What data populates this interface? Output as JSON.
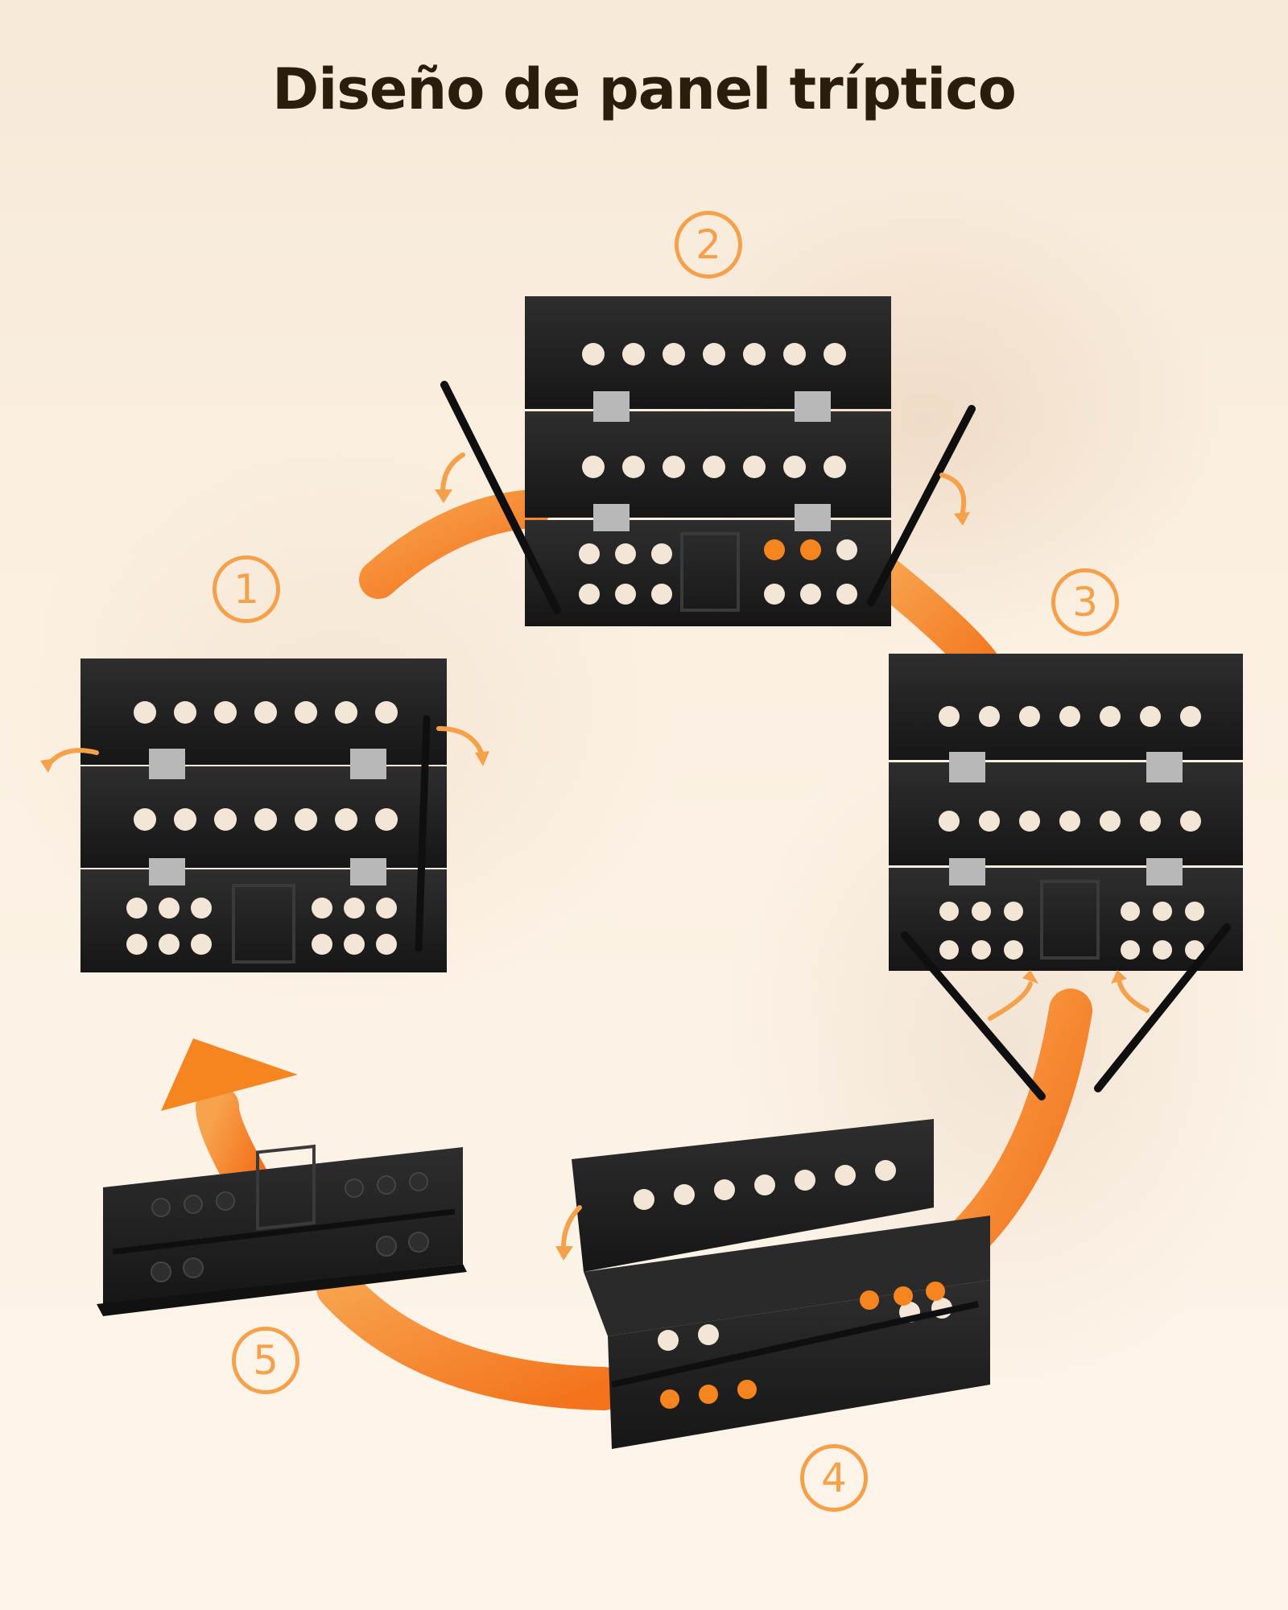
{
  "title": "Diseño de panel tríptico",
  "steps": [
    {
      "number": "1"
    },
    {
      "number": "2"
    },
    {
      "number": "3"
    },
    {
      "number": "4"
    },
    {
      "number": "5"
    }
  ],
  "colors": {
    "accent": "#f5a04a",
    "arrow": "#f6851f",
    "panel": "#1f1f1f",
    "title": "#2a1d0c"
  }
}
